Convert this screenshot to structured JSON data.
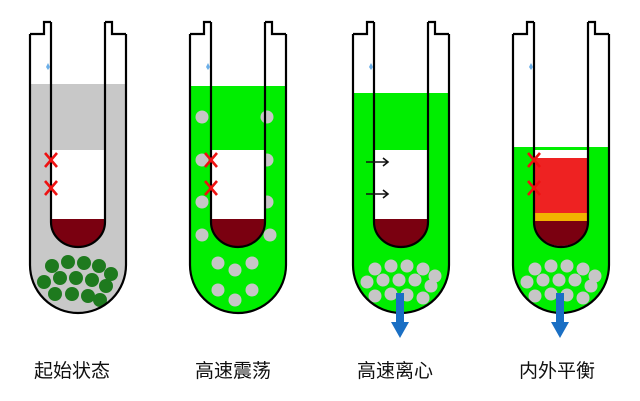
{
  "stages": [
    {
      "label": "起始状态",
      "medium": "gray",
      "beads": "settled",
      "crosses": true,
      "arrows": false,
      "down_arrow": false,
      "cup": "dark"
    },
    {
      "label": "高速震荡",
      "medium": "green",
      "beads": "suspended",
      "crosses": true,
      "arrows": false,
      "down_arrow": false,
      "cup": "dark"
    },
    {
      "label": "高速离心",
      "medium": "green",
      "beads": "pellet",
      "crosses": false,
      "arrows": true,
      "down_arrow": true,
      "cup": "dark"
    },
    {
      "label": "内外平衡",
      "medium": "green",
      "beads": "pellet",
      "crosses": true,
      "arrows": false,
      "down_arrow": true,
      "cup": "red"
    }
  ],
  "colors": {
    "outline": "#000000",
    "gray_medium": "#c8c8c8",
    "green_medium": "#00ee00",
    "settled_bead": "#1e7a1e",
    "light_bead": "#c6c6c6",
    "dark_cup": "#7a0010",
    "red_fill": "#ee2222",
    "yellow_band": "#f2b200",
    "cross": "#ee1111",
    "down_arrow": "#1a6fc4",
    "drop": "#6aaee8"
  }
}
